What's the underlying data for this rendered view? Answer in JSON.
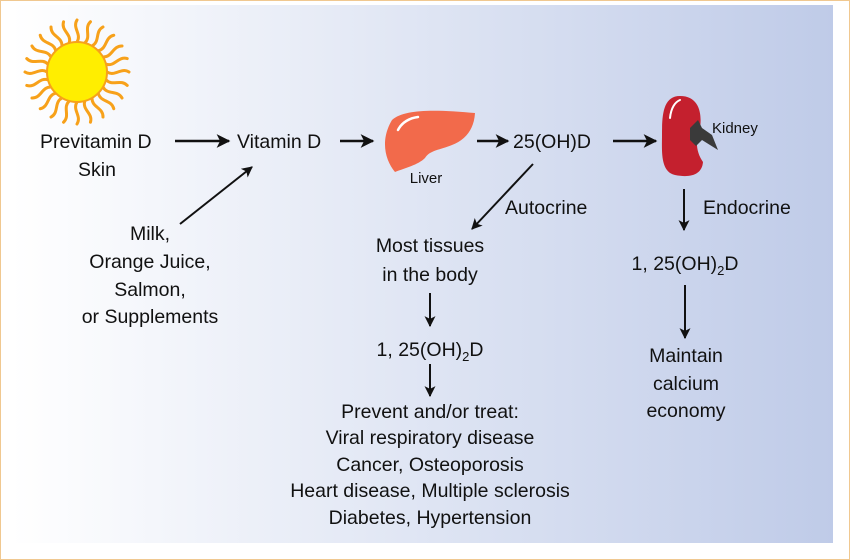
{
  "colors": {
    "bg_left": "#ffffff",
    "bg_right": "#bfcbe8",
    "liver": "#f26a4b",
    "kidney": "#c4202e",
    "hilum": "#3a3a3a",
    "sun_core": "#ffee00",
    "sun_rays": "#f7a11a"
  },
  "nodes": {
    "previtamin": "Previtamin D",
    "skin": "Skin",
    "vitamin_d": "Vitamin D",
    "liver": "Liver",
    "calcidiol": "25(OH)D",
    "kidney": "Kidney",
    "diet": [
      "Milk,",
      "Orange Juice,",
      "Salmon,",
      "or Supplements"
    ],
    "autocrine": "Autocrine",
    "endocrine": "Endocrine",
    "tissues": [
      "Most tissues",
      "in the body"
    ],
    "calcitriol": {
      "prefix": "1, 25(OH)",
      "sub": "2",
      "suffix": "D"
    },
    "prevent": [
      "Prevent and/or treat:",
      "Viral respiratory disease",
      "Cancer, Osteoporosis",
      "Heart disease, Multiple sclerosis",
      "Diabetes, Hypertension"
    ],
    "maintain": [
      "Maintain",
      "calcium",
      "economy"
    ]
  },
  "icons": [
    "sun-icon",
    "liver-icon",
    "kidney-icon"
  ]
}
